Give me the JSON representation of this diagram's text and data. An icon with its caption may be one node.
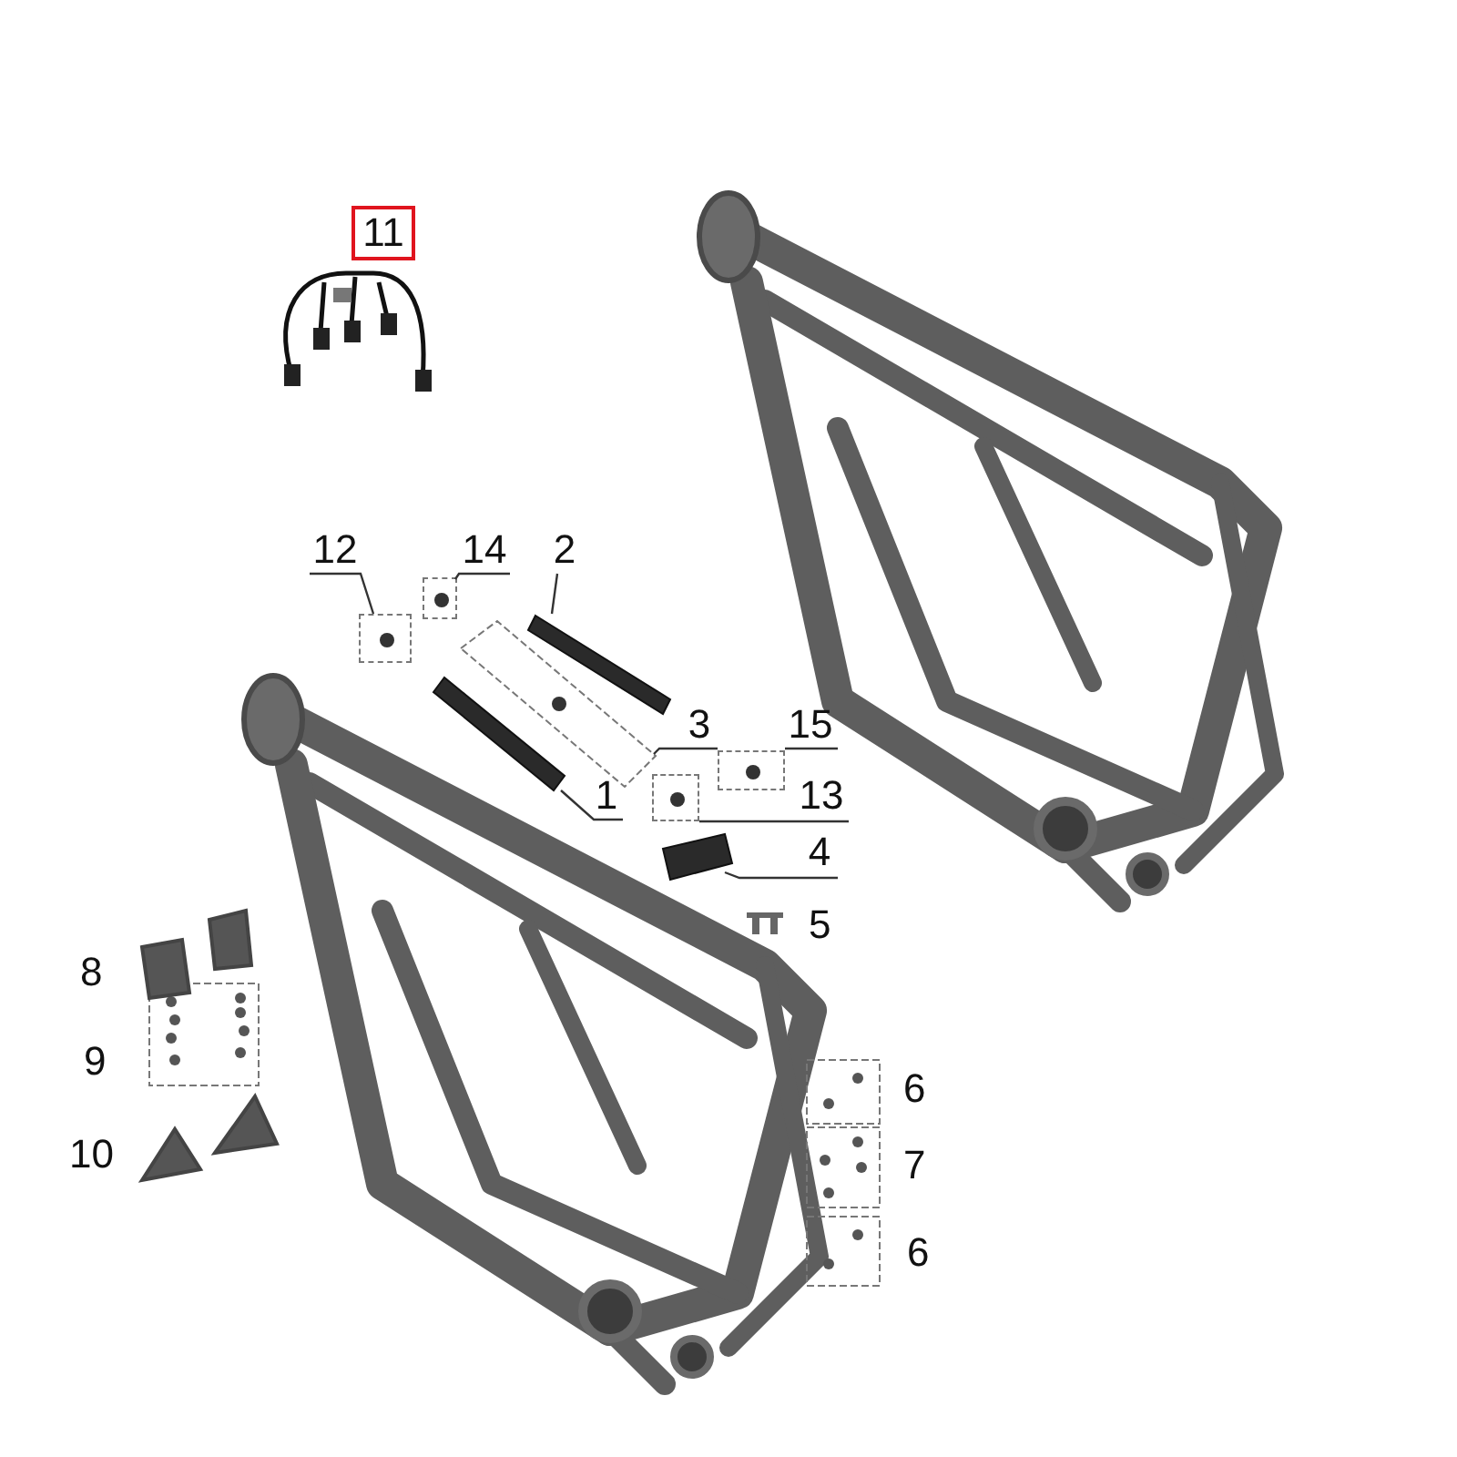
{
  "diagram": {
    "nodes": [
      {
        "text": [
          "11"
        ]
      },
      {
        "text": [
          "12"
        ]
      },
      {
        "text": [],
        "shape": "box"
      },
      {
        "text": [
          "14"
        ]
      },
      {
        "text": [],
        "shape": "box"
      },
      {
        "text": [
          "2"
        ]
      },
      {
        "text": [],
        "shape": "picture"
      },
      {
        "text": [
          "3"
        ]
      },
      {
        "text": [],
        "shape": "box"
      },
      {
        "text": [
          "15"
        ]
      },
      {
        "text": [],
        "shape": "box"
      },
      {
        "text": [
          "1"
        ]
      },
      {
        "text": [],
        "shape": "picture"
      },
      {
        "text": [
          "13"
        ]
      },
      {
        "text": [],
        "shape": "box"
      },
      {
        "text": [
          "4"
        ]
      },
      {
        "text": [],
        "shape": "picture"
      }
    ],
    "edges": [
      {
        "from": 1,
        "to": 2,
        "arrow": "none"
      },
      {
        "from": 3,
        "to": 4,
        "arrow": "none"
      },
      {
        "from": 5,
        "to": 6,
        "arrow": "none"
      },
      {
        "from": 7,
        "to": 8,
        "arrow": "none"
      },
      {
        "from": 9,
        "to": 10,
        "arrow": "none"
      },
      {
        "from": 11,
        "to": 12,
        "arrow": "none"
      },
      {
        "from": 13,
        "to": 14,
        "arrow": "none"
      },
      {
        "from": 15,
        "to": 16,
        "arrow": "none"
      }
    ],
    "labels": [
      "5",
      "8",
      "9",
      "10",
      "6",
      "7",
      "6"
    ]
  }
}
